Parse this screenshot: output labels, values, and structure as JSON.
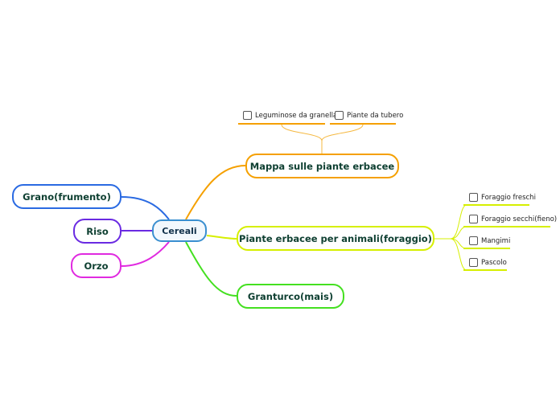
{
  "center": {
    "label": "Cereali",
    "color": "#3a8fd0"
  },
  "left_topics": [
    {
      "label": "Grano(frumento)",
      "color": "#2a6ae2"
    },
    {
      "label": "Riso",
      "color": "#6a2ae2"
    },
    {
      "label": "Orzo",
      "color": "#e02ae0"
    }
  ],
  "right_topics": [
    {
      "label": "Mappa sulle piante erbacee",
      "color": "#f5a000",
      "subtopics": [
        {
          "label": "Leguminose da granella",
          "checked": false
        },
        {
          "label": "Piante da tubero",
          "checked": false
        }
      ]
    },
    {
      "label": "Piante erbacee per animali(foraggio)",
      "color": "#d6ef00",
      "subtopics": [
        {
          "label": "Foraggio freschi",
          "checked": false
        },
        {
          "label": "Foraggio secchi(fieno)",
          "checked": false
        },
        {
          "label": "Mangimi",
          "checked": false
        },
        {
          "label": "Pascolo",
          "checked": false
        }
      ]
    },
    {
      "label": "Granturco(mais)",
      "color": "#44e020"
    }
  ]
}
